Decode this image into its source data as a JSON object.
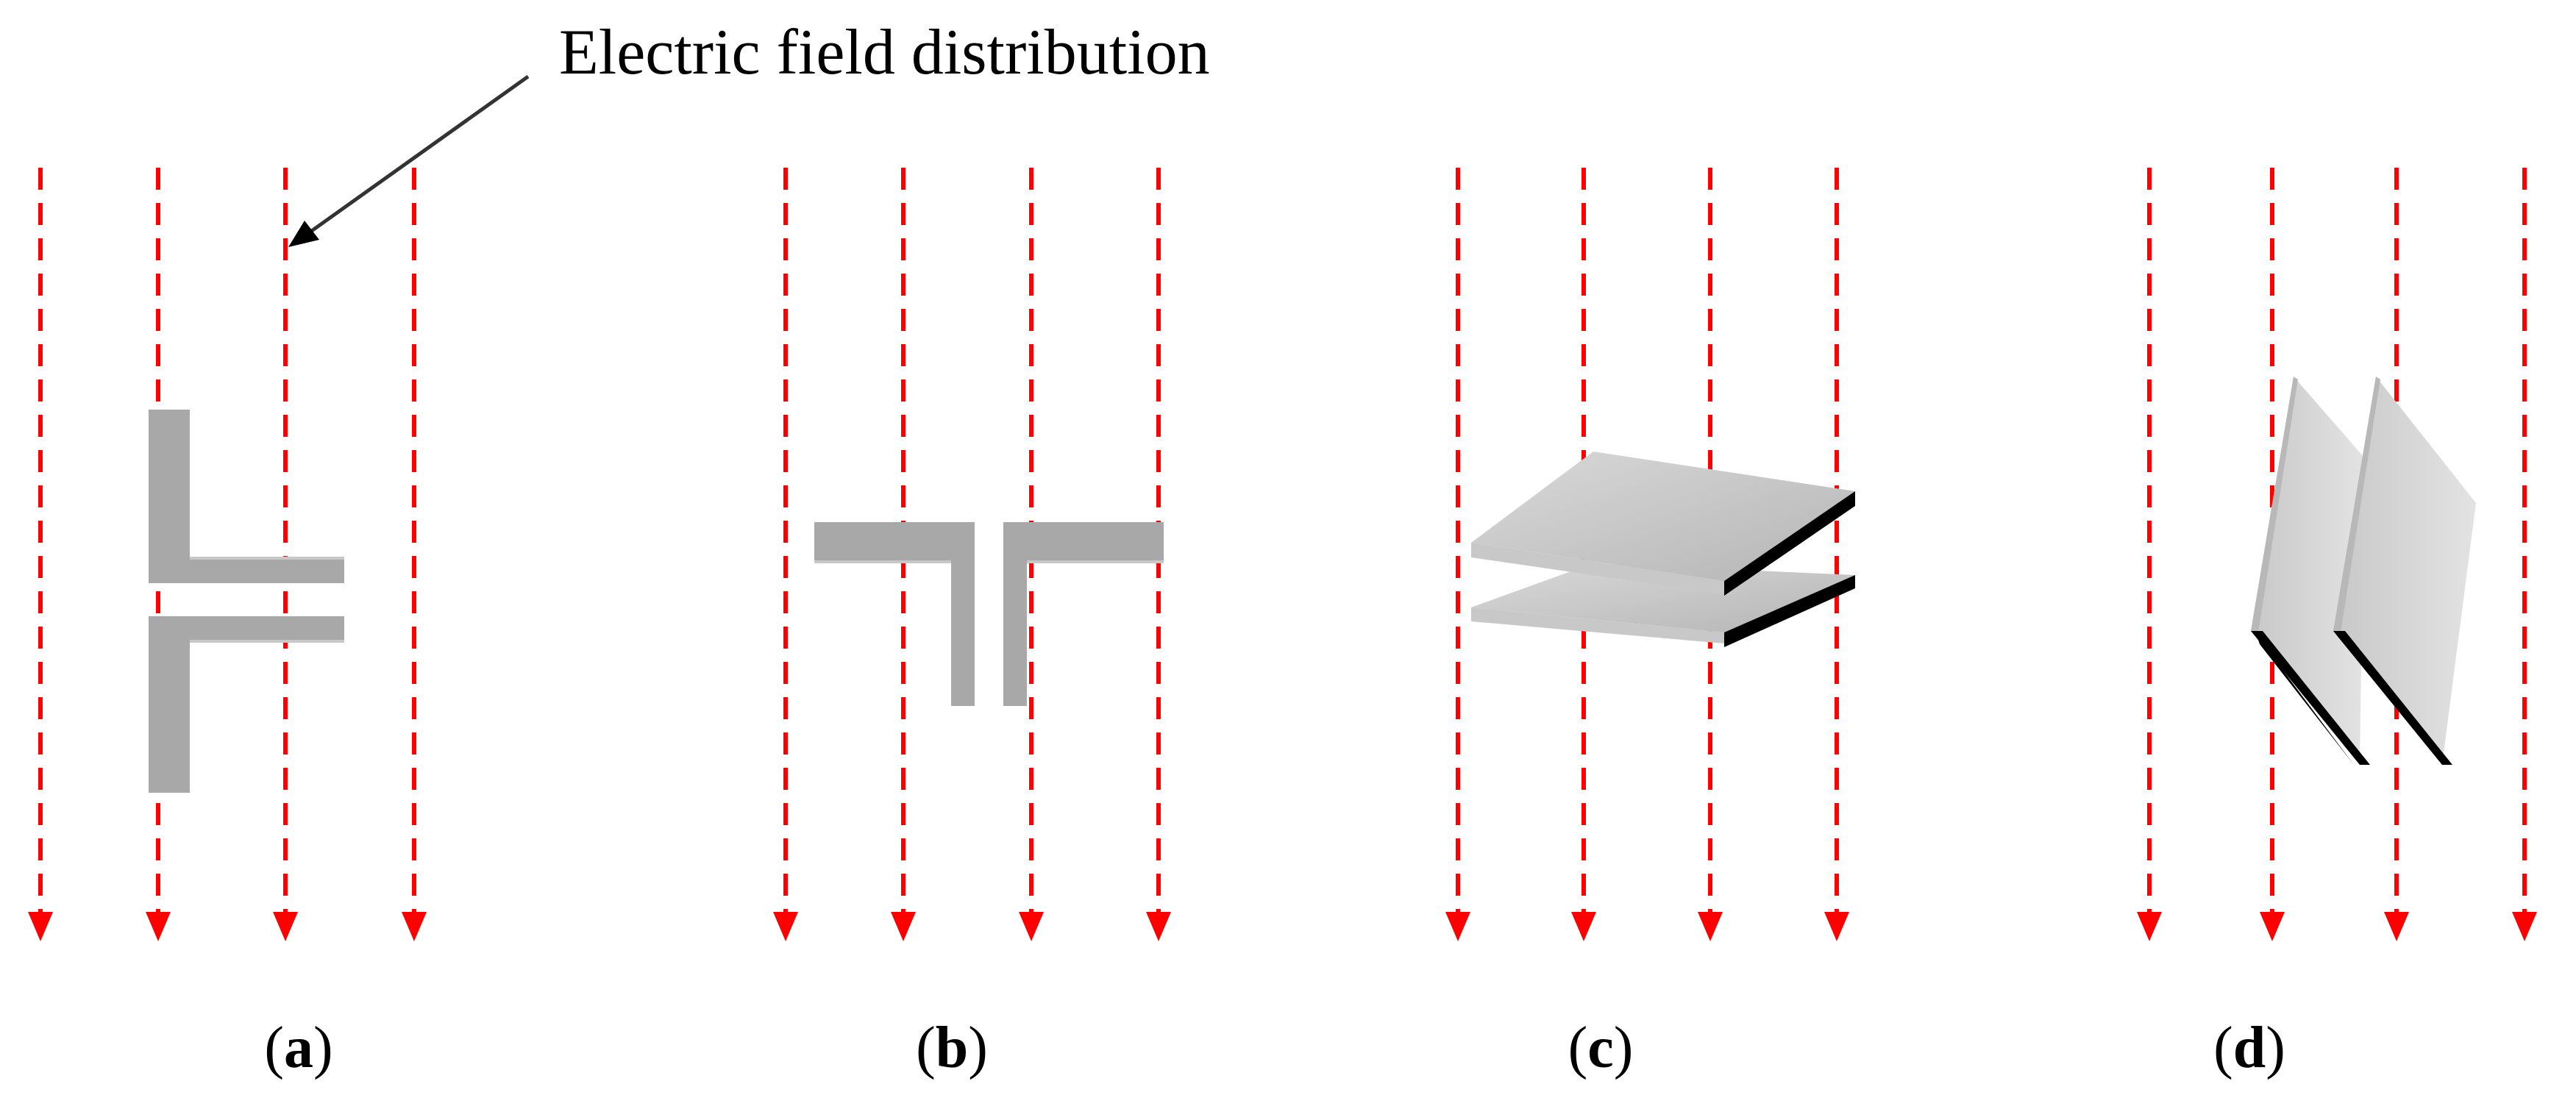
{
  "annotation": {
    "text": "Electric field distribution"
  },
  "panels": [
    {
      "id": "a",
      "label_open": "(",
      "label_letter": "a",
      "label_close": ")",
      "structure": "gap between two L-shaped strips, gap perpendicular to field"
    },
    {
      "id": "b",
      "label_open": "(",
      "label_letter": "b",
      "label_close": ")",
      "structure": "two inverted L-shaped strips, gap parallel to field"
    },
    {
      "id": "c",
      "label_open": "(",
      "label_letter": "c",
      "label_close": ")",
      "structure": "two stacked parallel plates, horizontal"
    },
    {
      "id": "d",
      "label_open": "(",
      "label_letter": "d",
      "label_close": ")",
      "structure": "two parallel plates, vertical"
    }
  ],
  "colors": {
    "field_line": "#ff0000",
    "metal_face": "#a9a9a9",
    "metal_edge": "#000000",
    "text": "#000000"
  }
}
